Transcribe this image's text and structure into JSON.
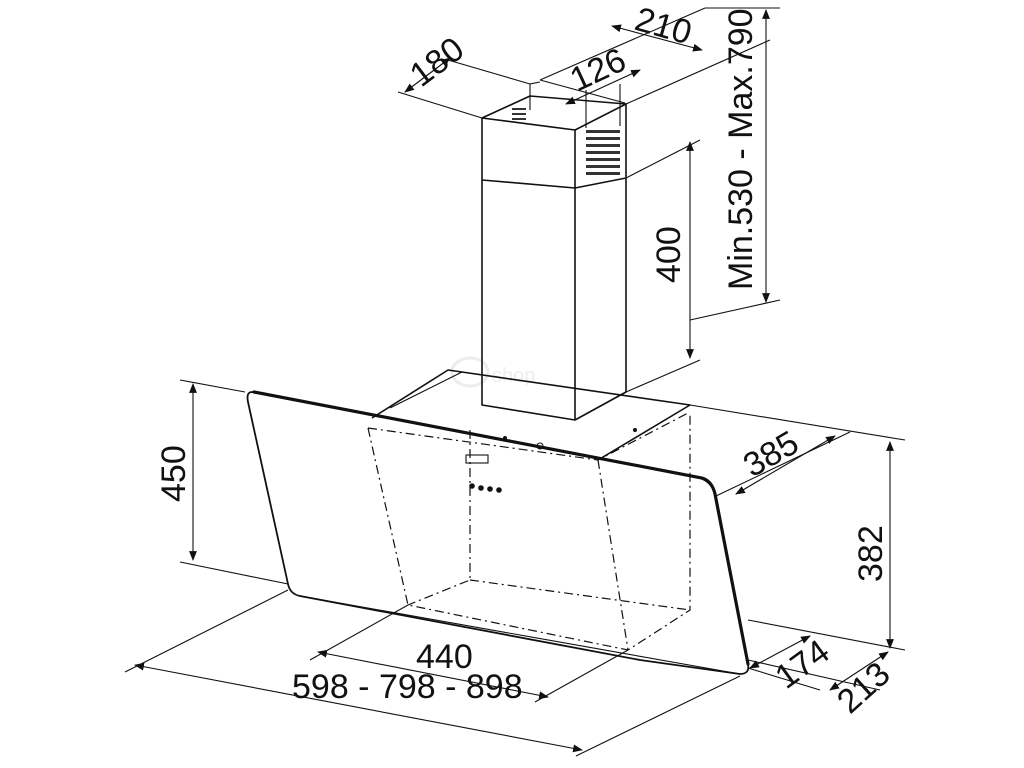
{
  "dimensions": {
    "duct_depth": "180",
    "duct_width": "210",
    "vent_width": "126",
    "duct_height_range": "Min.530 - Max.790",
    "inner_duct_height": "400",
    "canopy_front_height": "450",
    "canopy_depth": "385",
    "canopy_side_height": "382",
    "motor_width": "440",
    "widths": "598 - 798 - 898",
    "glass_depth_bottom": "174",
    "total_depth_bottom": "213"
  },
  "colors": {
    "line": "#111111",
    "background": "#ffffff"
  }
}
